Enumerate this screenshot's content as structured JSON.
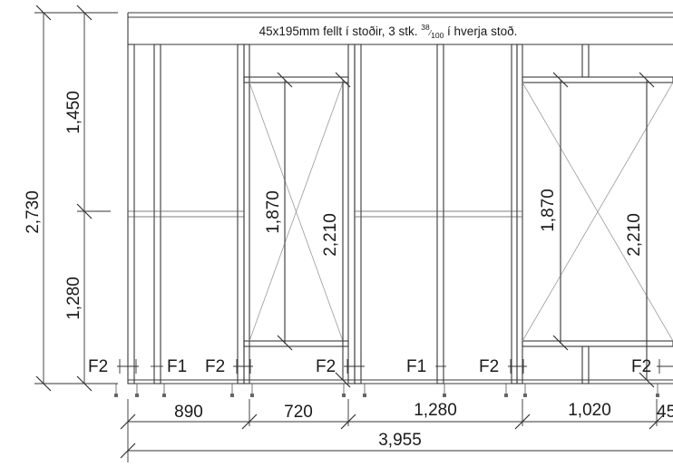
{
  "header_note": {
    "prefix": "45x195mm fellt í stoðir, 3 stk. ",
    "frac_num": "38",
    "frac_den": "100",
    "suffix": " í hverja stoð."
  },
  "dimensions": {
    "total_height": "2,730",
    "upper_height": "1,450",
    "lower_height": "1,280",
    "opening_height_left": "1,870",
    "frame_height_left": "2,210",
    "opening_height_right": "1,870",
    "frame_height_right": "2,210",
    "bottom_segments": [
      "890",
      "720",
      "1,280",
      "1,020",
      "45"
    ],
    "total_width": "3,955"
  },
  "labels": [
    "F2",
    "F1",
    "F2",
    "F2",
    "F1",
    "F2",
    "F2"
  ]
}
